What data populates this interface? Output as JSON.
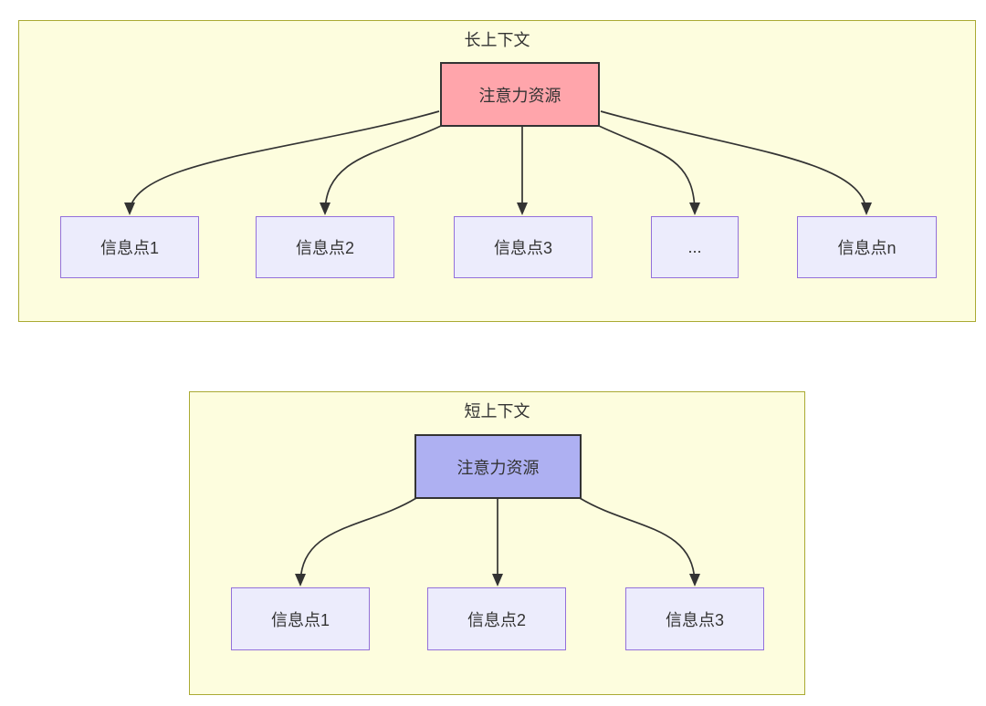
{
  "colors": {
    "page_background": "#ffffff",
    "container_fill": "#fdfdde",
    "container_border": "#aaaa33",
    "attention_long_fill": "#ffa5ab",
    "attention_short_fill": "#aeb0f2",
    "attention_border": "#333333",
    "info_fill": "#ececfc",
    "info_border": "#9370db",
    "arrow_color": "#333333",
    "text_color": "#333333"
  },
  "long_context": {
    "title": "长上下文",
    "attention_label": "注意力资源",
    "info_nodes": [
      "信息点1",
      "信息点2",
      "信息点3",
      "...",
      "信息点n"
    ]
  },
  "short_context": {
    "title": "短上下文",
    "attention_label": "注意力资源",
    "info_nodes": [
      "信息点1",
      "信息点2",
      "信息点3"
    ]
  }
}
